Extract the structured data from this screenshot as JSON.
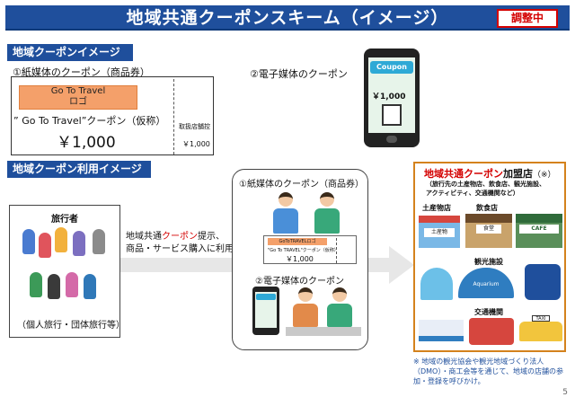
{
  "header": {
    "title": "地域共通クーポンスキーム（イメージ）",
    "badge": "調整中"
  },
  "coupon_image_section": {
    "label": "地域クーポンイメージ",
    "paper": {
      "caption": "①紙媒体のクーポン（商品券）",
      "logo_line1": "Go To Travel",
      "logo_line2": "ロゴ",
      "name": "” Go To Travel”クーポン（仮称）",
      "amount": "￥1,000",
      "stub_label": "取扱店舗控",
      "stub_amount": "￥1,000"
    },
    "electronic": {
      "caption": "②電子媒体のクーポン",
      "screen_tag": "Coupon",
      "screen_price": "￥1,000"
    }
  },
  "usage_section": {
    "label": "地域クーポン利用イメージ",
    "travelers": {
      "heading": "旅行者",
      "caption": "（個人旅行・団体旅行等）"
    },
    "action_line1_plain": "地域共通",
    "action_line1_red": "クーポン",
    "action_line1_tail": "提示、",
    "action_line2": "商品・サービス購入に利用",
    "media": {
      "paper_caption": "①紙媒体のクーポン（商品券）",
      "mini_logo": "GoToTRAVELロゴ",
      "mini_name": "\"Go To TRAVEL\"クーポン（仮称）",
      "mini_amount": "￥1,000",
      "electronic_caption": "②電子媒体のクーポン"
    },
    "stores": {
      "title_red": "地域共通クーポン",
      "title_tail": "加盟店",
      "title_note": "（※）",
      "sub_line1": "（旅行先の土産物店、飲食店、観光施設、",
      "sub_line2": "アクティビティ、交通機関など）",
      "cat_souvenir": "土産物店",
      "cat_restaurant": "飲食店",
      "cat_sightseeing": "観光施設",
      "cat_transport": "交通機関",
      "souvenir_sign": "土産物",
      "restaurant_sign": "食堂",
      "cafe_sign": "CAFE",
      "aquarium_sign": "Aquarium",
      "taxi_sign": "TAXI"
    },
    "footnote": "※ 地域の観光協会や観光地域づくり法人（DMO）・商工会等を通じて、地域の店舗の参加・登録を呼びかけ。"
  },
  "footer": {
    "page": "5"
  },
  "colors": {
    "header_bg": "#1f4f9c",
    "accent_red": "#d40000",
    "stores_border": "#d4821d",
    "logo_orange": "#f4a06a",
    "coupon_tag": "#2ea9d6"
  }
}
